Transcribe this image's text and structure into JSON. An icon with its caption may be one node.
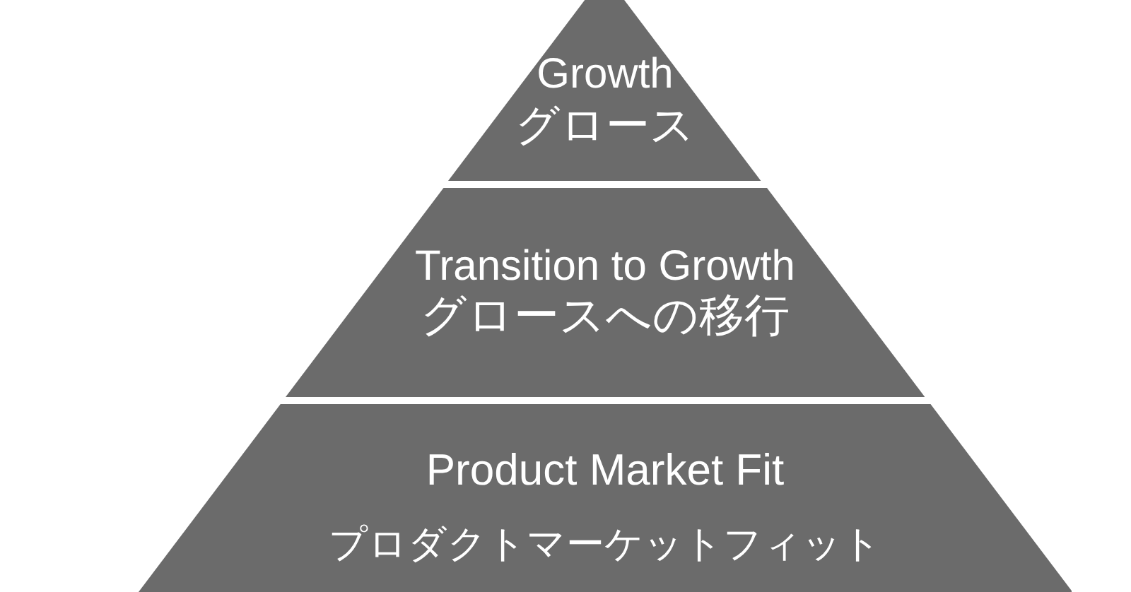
{
  "diagram": {
    "nodes": [
      {
        "text": [
          "Growth",
          "グロース"
        ]
      },
      {
        "text": [
          "Transition to Growth",
          "グロースへの移行"
        ]
      },
      {
        "text": [
          "Product Market Fit",
          "プロダクトマーケットフィット"
        ]
      }
    ]
  }
}
